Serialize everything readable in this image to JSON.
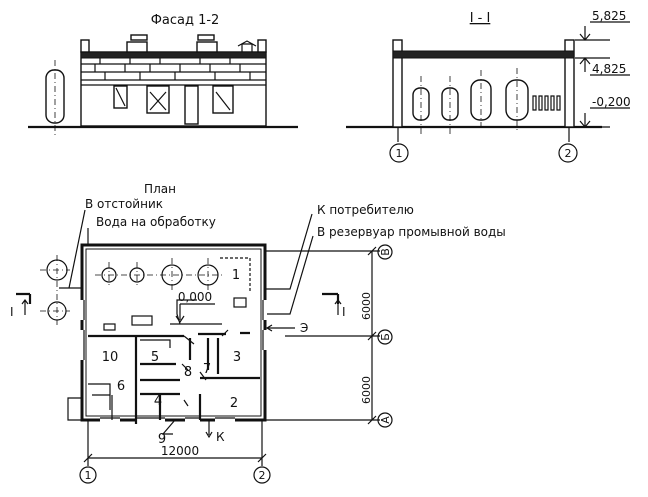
{
  "facade": {
    "title": "Фасад 1-2"
  },
  "section": {
    "title": "I - I",
    "elevations": [
      "5,825",
      "4,825",
      "-0,200"
    ],
    "axes": [
      "1",
      "2"
    ]
  },
  "plan": {
    "title": "План",
    "labels": {
      "to_settler": "В отстойник",
      "water_to_treatment": "Вода на обработку",
      "to_consumer": "К потребителю",
      "to_wash_reservoir": "В резервуар промывной воды",
      "elevation": "0,000",
      "electric": "Э",
      "sewer": "К",
      "section_mark": "I"
    },
    "rooms": [
      "1",
      "2",
      "3",
      "4",
      "5",
      "6",
      "7",
      "8",
      "9",
      "10"
    ],
    "axes_rows": [
      "В",
      "Б",
      "А"
    ],
    "axes_cols": [
      "1",
      "2"
    ],
    "dimensions": {
      "width": "12000",
      "span_upper": "6000",
      "span_lower": "6000"
    }
  }
}
